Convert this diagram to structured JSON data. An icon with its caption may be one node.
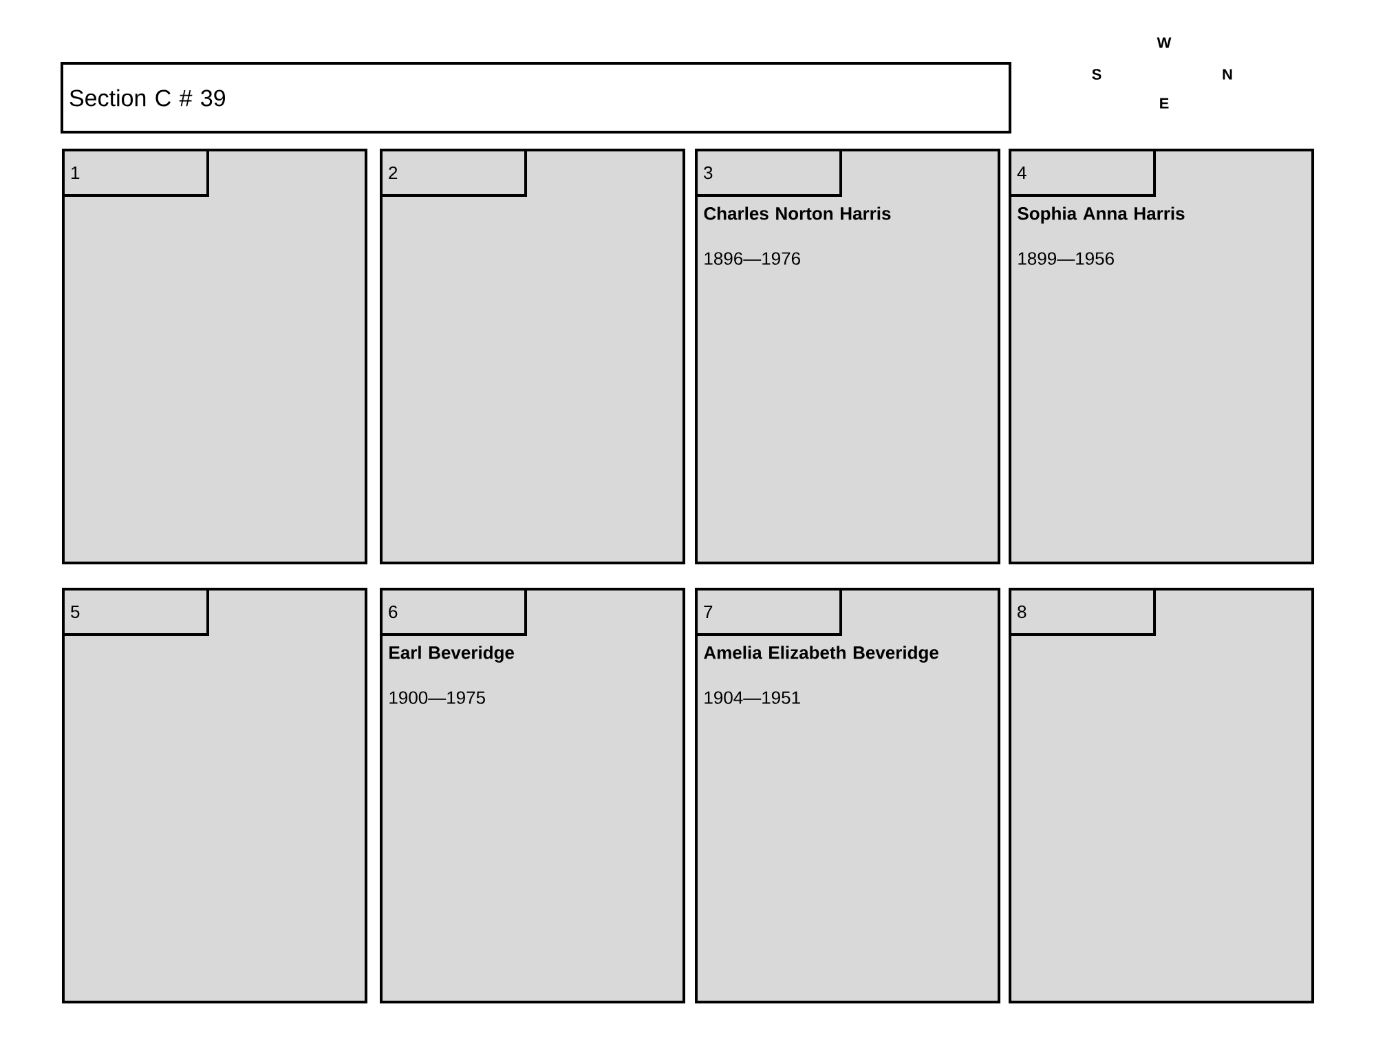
{
  "diagram": {
    "nodes": [
      {
        "text": [
          "Section C # 39"
        ]
      },
      {
        "text": [],
        "shape": "box"
      },
      {
        "text": [
          "1"
        ],
        "in": 1
      },
      {
        "text": [],
        "shape": "box"
      },
      {
        "text": [
          "2"
        ],
        "in": 3
      },
      {
        "text": [
          "Charles Norton Harris",
          "1896—1976"
        ]
      },
      {
        "text": [
          "3"
        ],
        "in": 5
      },
      {
        "text": [
          "Sophia Anna Harris",
          "1899—1956"
        ]
      },
      {
        "text": [
          "4"
        ],
        "in": 7
      },
      {
        "text": [],
        "shape": "box"
      },
      {
        "text": [
          "5"
        ],
        "in": 9
      },
      {
        "text": [
          "Earl Beveridge",
          "1900—1975"
        ]
      },
      {
        "text": [
          "6"
        ],
        "in": 11
      },
      {
        "text": [
          "Amelia Elizabeth Beveridge",
          "1904—1951"
        ]
      },
      {
        "text": [
          "7"
        ],
        "in": 13
      },
      {
        "text": [],
        "shape": "box"
      },
      {
        "text": [
          "8"
        ],
        "in": 15
      }
    ],
    "labels": [
      "W",
      "S",
      "N",
      "E"
    ]
  }
}
